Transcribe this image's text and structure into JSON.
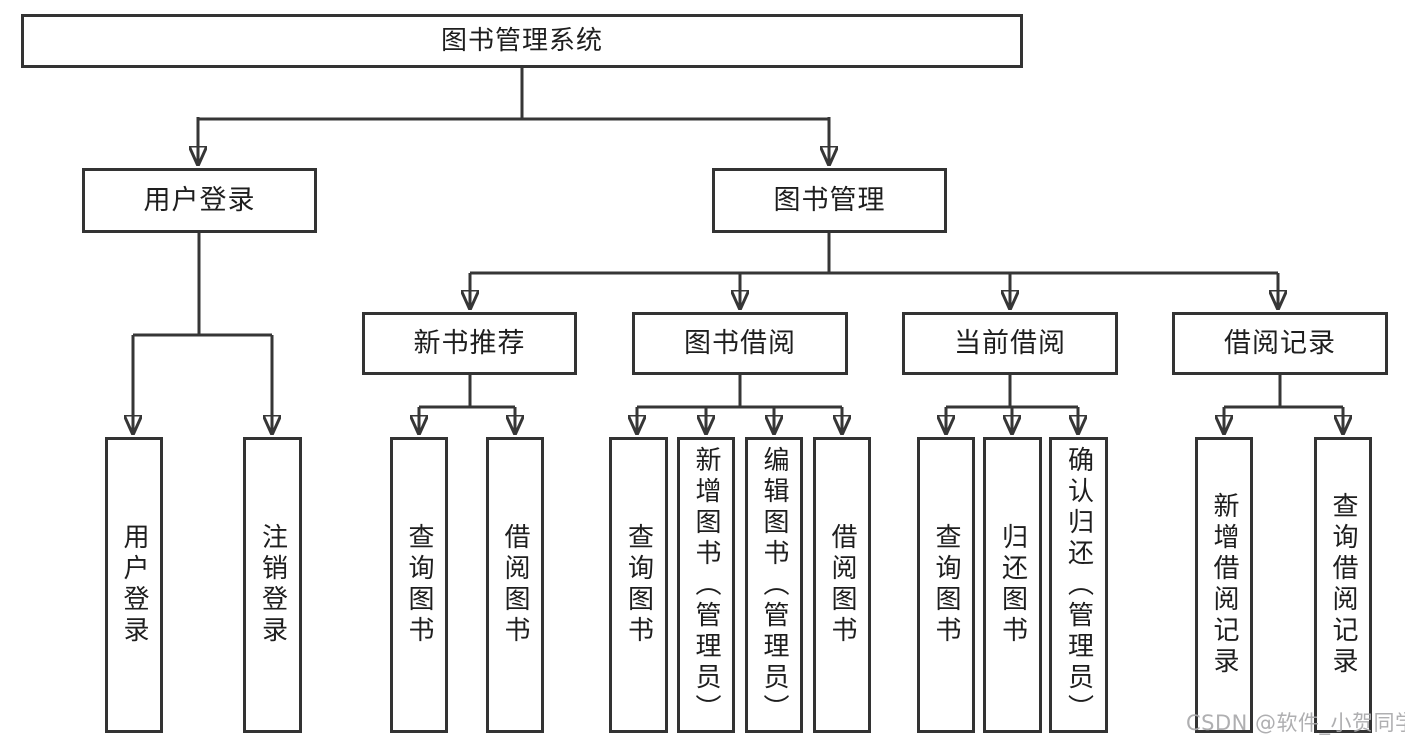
{
  "diagram": {
    "root": "图书管理系统",
    "level2": [
      {
        "label": "用户登录",
        "children": [
          "用户登录",
          "注销登录"
        ]
      },
      {
        "label": "图书管理",
        "groups": [
          {
            "label": "新书推荐",
            "children": [
              "查询图书",
              "借阅图书"
            ]
          },
          {
            "label": "图书借阅",
            "children": [
              "查询图书",
              "新增图书（管理员）",
              "编辑图书（管理员）",
              "借阅图书"
            ]
          },
          {
            "label": "当前借阅",
            "children": [
              "查询图书",
              "归还图书",
              "确认归还（管理员）"
            ]
          },
          {
            "label": "借阅记录",
            "children": [
              "新增借阅记录",
              "查询借阅记录"
            ]
          }
        ]
      }
    ]
  },
  "watermark": "CSDN @软件_小贺同学",
  "colors": {
    "line": "#363636",
    "box_border": "#333333",
    "text": "#1e1e1e",
    "watermark": "#a8a8aa",
    "background": "#ffffff"
  }
}
